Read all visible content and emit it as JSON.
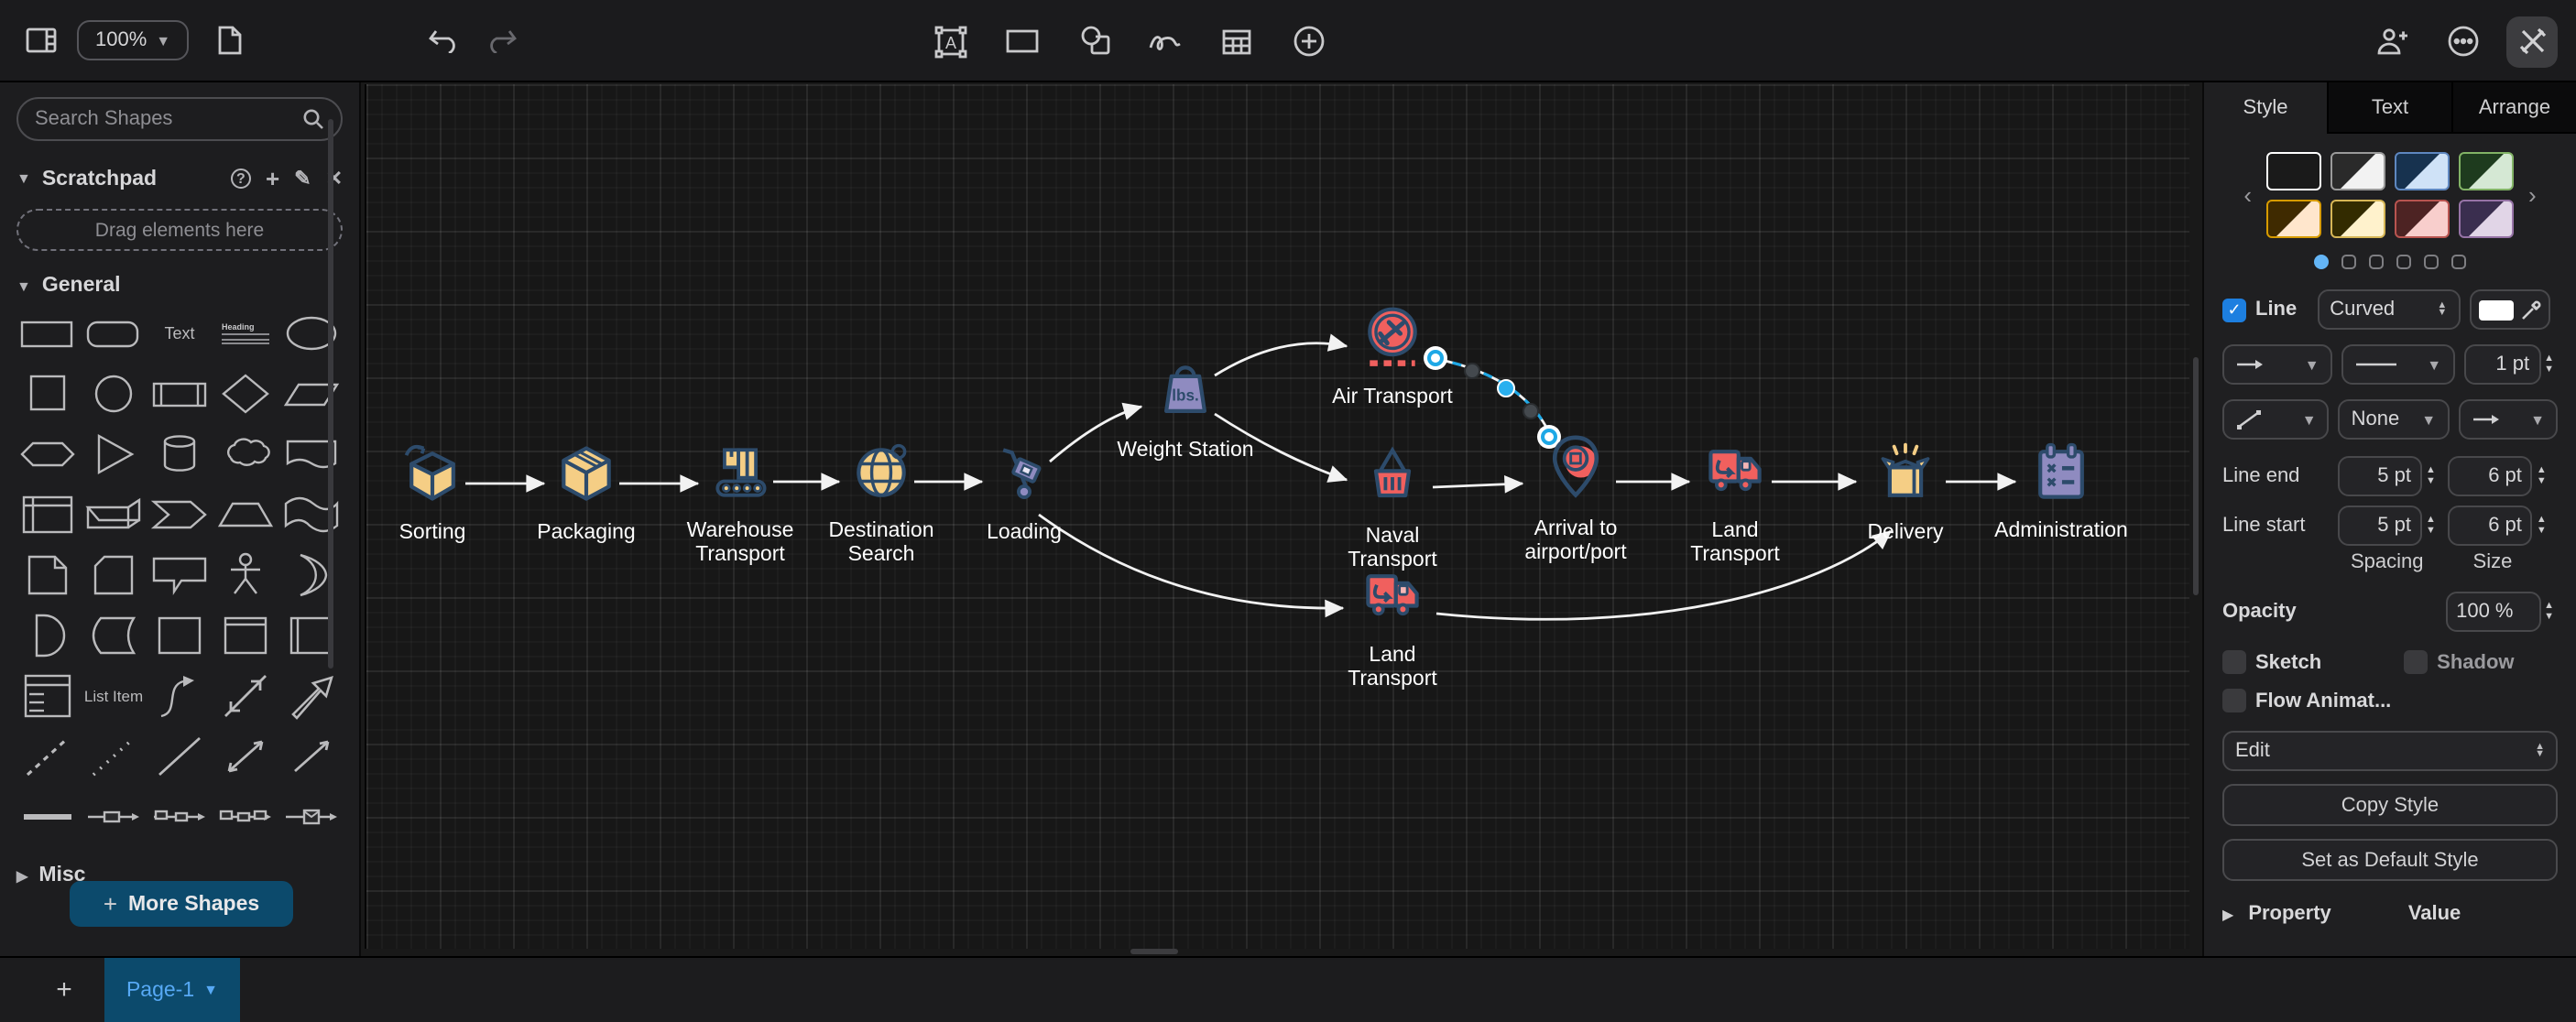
{
  "toolbar": {
    "zoom_value": "100%"
  },
  "sidebar": {
    "search_placeholder": "Search Shapes",
    "scratchpad": {
      "title": "Scratchpad",
      "drag_hint": "Drag elements here"
    },
    "sections": {
      "general": "General",
      "misc": "Misc"
    },
    "shape_text": {
      "text": "Text",
      "heading": "Heading",
      "list_item": "List Item"
    },
    "more_shapes_label": "More Shapes",
    "more_shapes_plus": "+"
  },
  "canvas": {
    "weight_text": "lbs.",
    "nodes": [
      {
        "label": "Sorting"
      },
      {
        "label": "Packaging"
      },
      {
        "label": "Warehouse Transport"
      },
      {
        "label": "Destination Search"
      },
      {
        "label": "Loading"
      },
      {
        "label": "Weight Station"
      },
      {
        "label": "Air Transport"
      },
      {
        "label": "Naval Transport"
      },
      {
        "label": "Land Transport"
      },
      {
        "label": "Arrival to airport/port"
      },
      {
        "label": "Land Transport"
      },
      {
        "label": "Delivery"
      },
      {
        "label": "Administration"
      }
    ],
    "colors": {
      "yellow": "#f5ce85",
      "red": "#f0605e",
      "purple": "#8f8bc0",
      "navy": "#2d4b6b",
      "selection": "#29b0ef"
    }
  },
  "right_panel": {
    "tabs": [
      {
        "label": "Style"
      },
      {
        "label": "Text"
      },
      {
        "label": "Arrange"
      }
    ],
    "line": {
      "label": "Line",
      "style_value": "Curved"
    },
    "stroke_width": "1 pt",
    "waypoints_value": "None",
    "line_end": {
      "label": "Line end",
      "spacing": "5 pt",
      "size": "6 pt"
    },
    "line_start": {
      "label": "Line start",
      "spacing": "5 pt",
      "size": "6 pt"
    },
    "spacing_caption": "Spacing",
    "size_caption": "Size",
    "opacity": {
      "label": "Opacity",
      "value": "100 %"
    },
    "sketch_label": "Sketch",
    "shadow_label": "Shadow",
    "flow_label": "Flow Animat...",
    "edit_value": "Edit",
    "copy_style": "Copy Style",
    "set_default": "Set as Default Style",
    "property_header": "Property",
    "value_header": "Value"
  },
  "footer": {
    "page_tab": "Page-1"
  }
}
